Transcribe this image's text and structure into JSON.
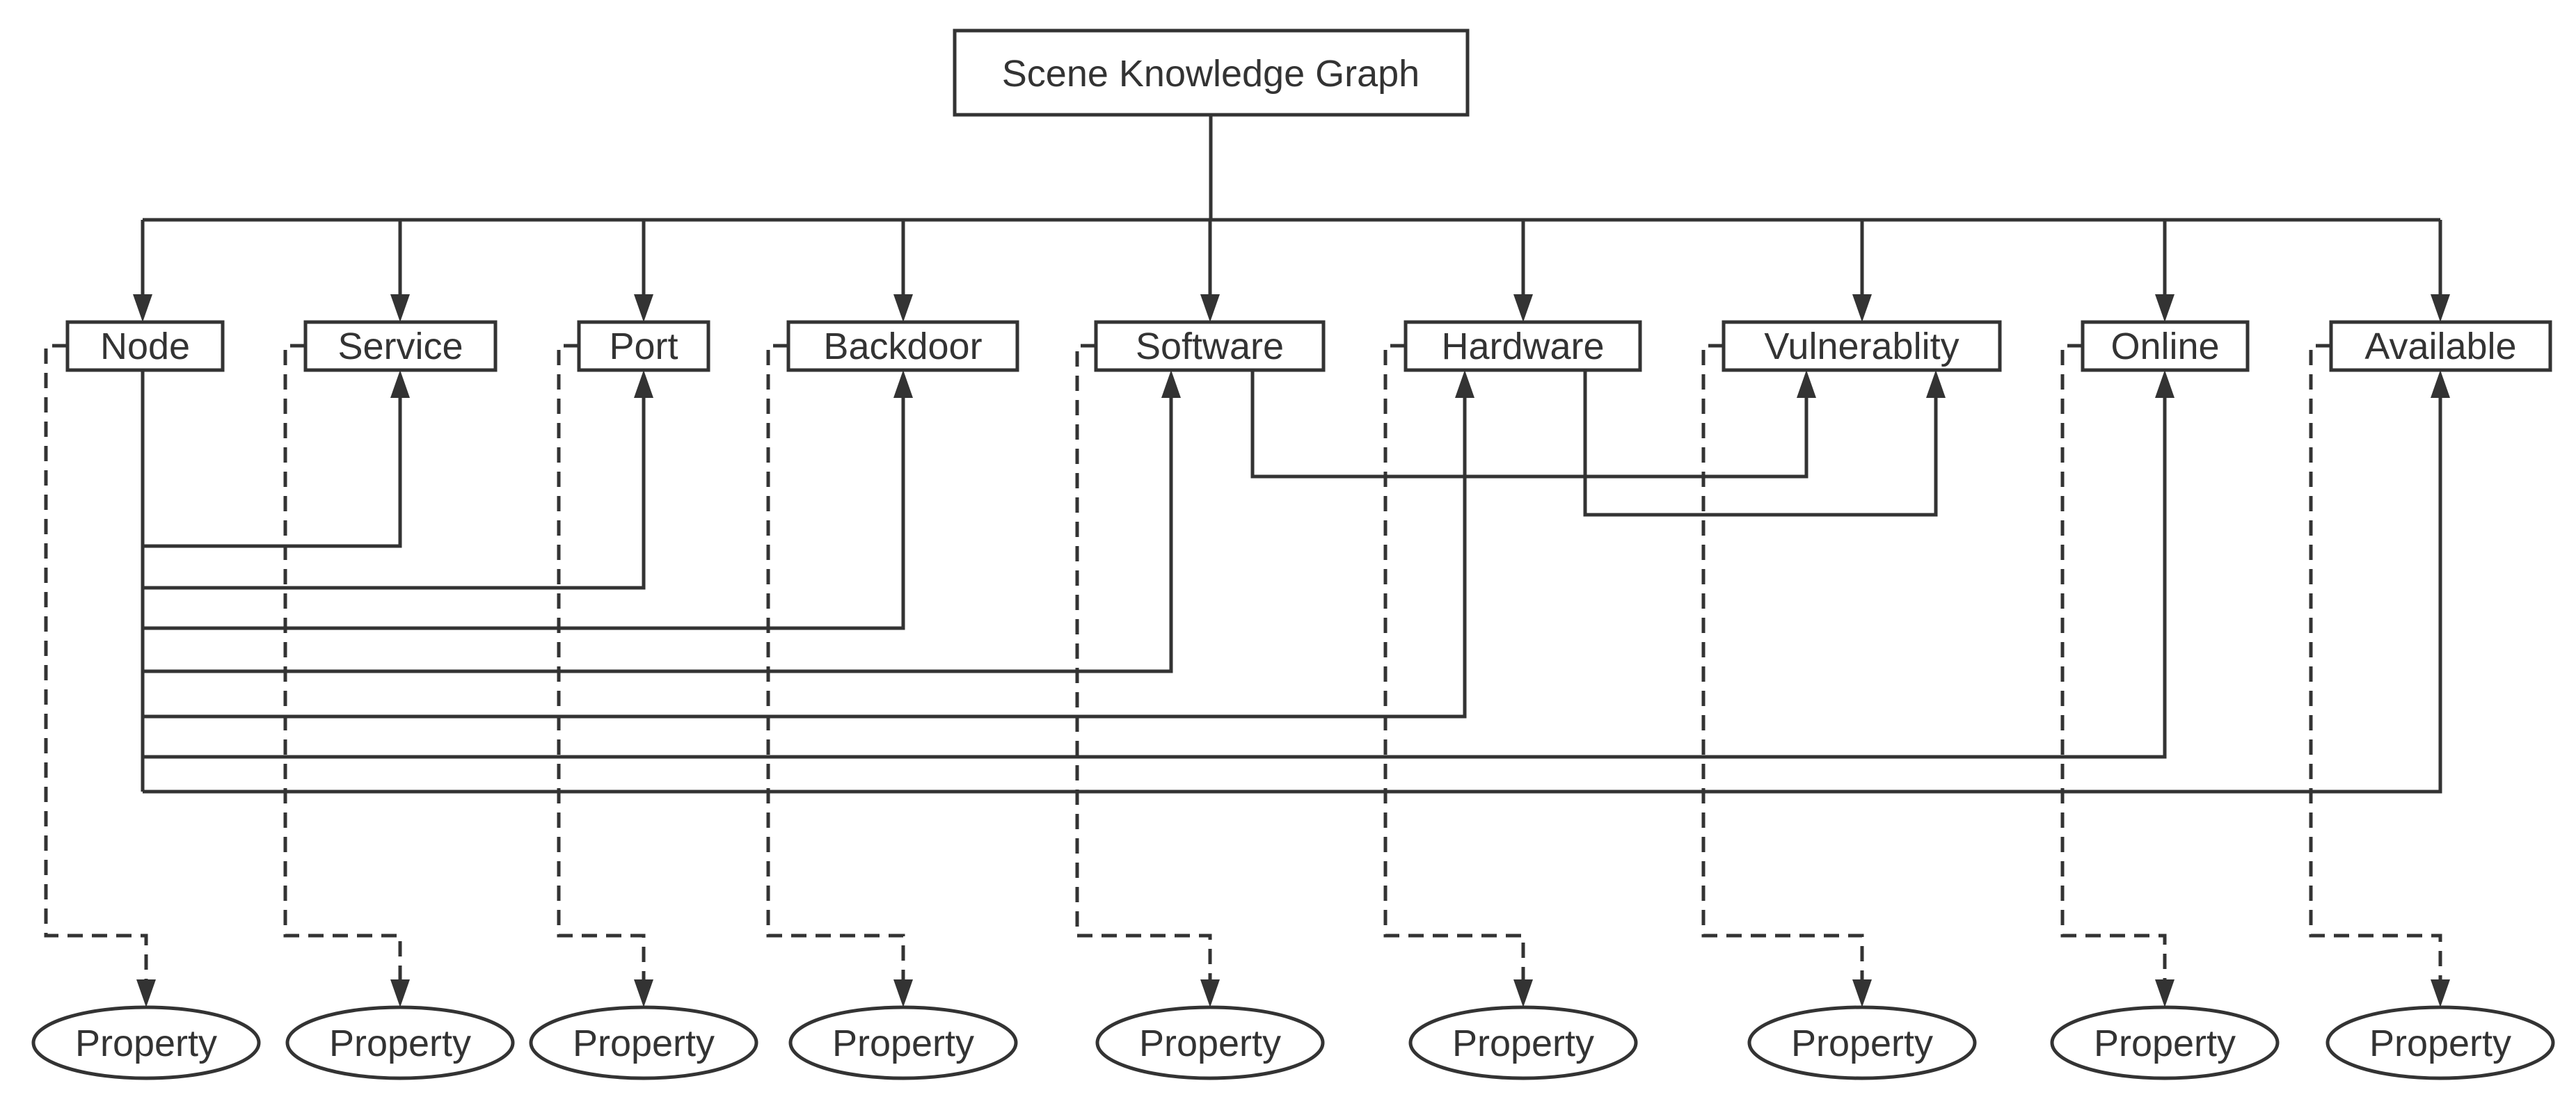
{
  "root": {
    "label": "Scene Knowledge Graph"
  },
  "entities": [
    {
      "label": "Node"
    },
    {
      "label": "Service"
    },
    {
      "label": "Port"
    },
    {
      "label": "Backdoor"
    },
    {
      "label": "Software"
    },
    {
      "label": "Hardware"
    },
    {
      "label": "Vulnerablity"
    },
    {
      "label": "Online"
    },
    {
      "label": "Available"
    }
  ],
  "properties": [
    {
      "label": "Property"
    },
    {
      "label": "Property"
    },
    {
      "label": "Property"
    },
    {
      "label": "Property"
    },
    {
      "label": "Property"
    },
    {
      "label": "Property"
    },
    {
      "label": "Property"
    },
    {
      "label": "Property"
    },
    {
      "label": "Property"
    }
  ]
}
